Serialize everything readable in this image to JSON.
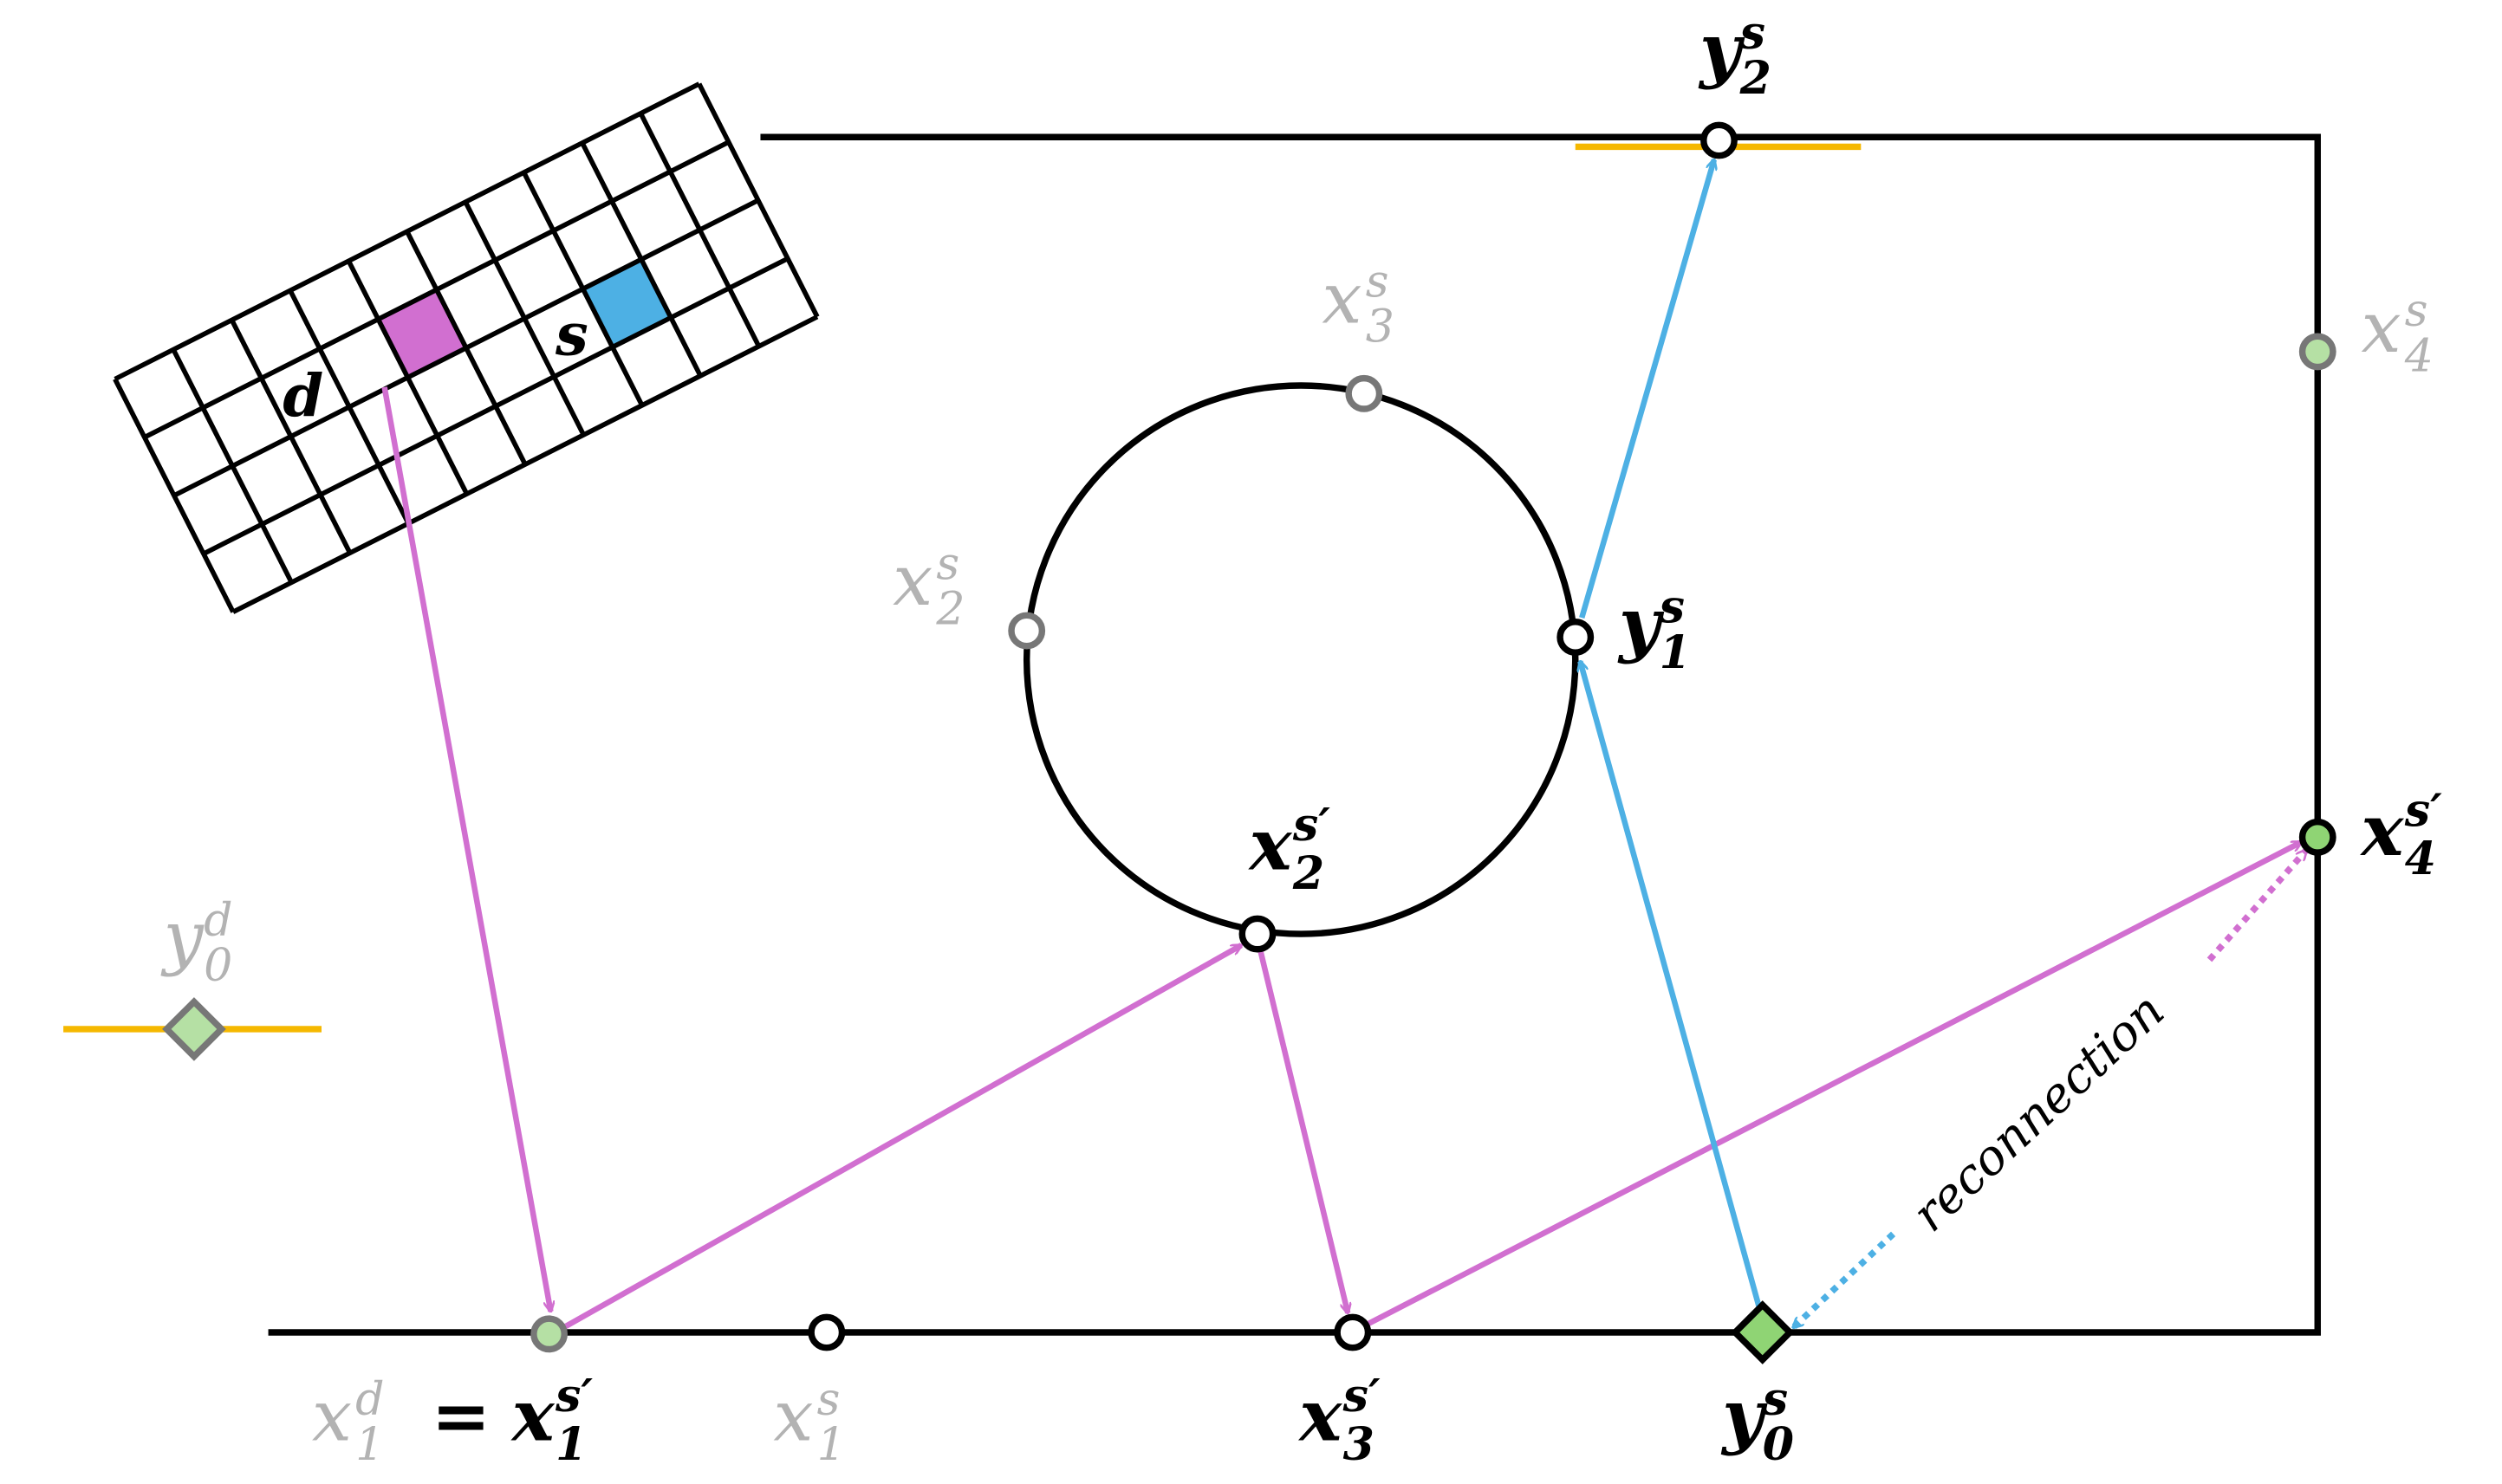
{
  "colors": {
    "magenta": "#d16fd0",
    "blue": "#4db0e4",
    "orange": "#f5b800",
    "green": "#8fd474",
    "light_green": "#b5e0a4",
    "gray_label": "#b3b3b3",
    "gray_stroke": "#777777",
    "black": "#000000"
  },
  "sensor": {
    "pixel_d_label": "d",
    "pixel_s_label": "s"
  },
  "points": {
    "y2s": {
      "base": "y",
      "sub": "2",
      "sup": "s"
    },
    "x3s": {
      "base": "x",
      "sub": "3",
      "sup": "s"
    },
    "x4s": {
      "base": "x",
      "sub": "4",
      "sup": "s"
    },
    "x2s": {
      "base": "x",
      "sub": "2",
      "sup": "s"
    },
    "y1s": {
      "base": "y",
      "sub": "1",
      "sup": "s"
    },
    "x2sp": {
      "base": "x",
      "sub": "2",
      "sup": "s′"
    },
    "x4sp": {
      "base": "x",
      "sub": "4",
      "sup": "s′"
    },
    "y0d": {
      "base": "y",
      "sub": "0",
      "sup": "d"
    },
    "x1d": {
      "base": "x",
      "sub": "1",
      "sup": "d",
      "eq": "="
    },
    "x1sp": {
      "base": "x",
      "sub": "1",
      "sup": "s′"
    },
    "x1s": {
      "base": "x",
      "sub": "1",
      "sup": "s"
    },
    "x3sp": {
      "base": "x",
      "sub": "3",
      "sup": "s′"
    },
    "y0s": {
      "base": "y",
      "sub": "0",
      "sup": "s"
    }
  },
  "reconnection_label": "reconnection"
}
